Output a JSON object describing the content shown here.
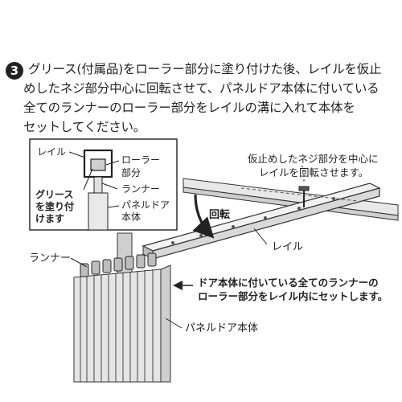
{
  "step": {
    "number": "3",
    "lines": [
      "グリース(付属品)をローラー部分に塗り付けた後、レイルを仮止",
      "めしたネジ部分中心に回転させて、パネルドア本体に付いている",
      "全てのランナーのローラー部分をレイルの溝に入れて本体を",
      "セットしてください。"
    ]
  },
  "inset": {
    "rail": "レイル",
    "roller_1": "ローラー",
    "roller_2": "部分",
    "runner": "ランナー",
    "grease_1": "グリース",
    "grease_2": "を塗り付",
    "grease_3": "けます",
    "panel_1": "パネルドア",
    "panel_2": "本体"
  },
  "diagram": {
    "pivot_note_1": "仮止めしたネジ部分を中心に",
    "pivot_note_2": "レイルを回転させます。",
    "rotate": "回転",
    "rail": "レイル",
    "runner": "ランナー",
    "set_note_1": "ドア本体に付いている全てのランナーの",
    "set_note_2": "ローラー部分をレイル内にセットします。",
    "panel_body": "パネルドア本体"
  }
}
